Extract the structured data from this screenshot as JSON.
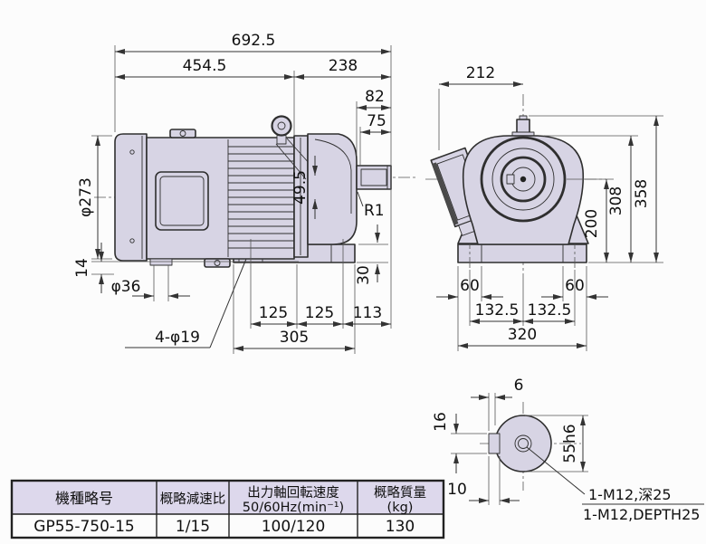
{
  "drawing_type": "gearmotor-dimension-drawing",
  "colors": {
    "body_fill": "#d7d4e4",
    "header_fill": "#ddd8ec",
    "line": "#2f2f2f",
    "background": "#fcfcfc"
  },
  "side": {
    "overall_length": "692.5",
    "motor_length": "454.5",
    "gearbox_length": "238",
    "shaft_length": "82",
    "key_length": "75",
    "motor_dia": "φ273",
    "axis_offset": "49.5",
    "fillet": "R1",
    "pad_height": "14",
    "conduit_dia": "φ36",
    "foot_height": "30",
    "bolt_pitch_a": "125",
    "bolt_pitch_b": "125",
    "shaft_end": "113",
    "base_length": "305",
    "mount_holes": "4-φ19"
  },
  "front": {
    "box_width": "212",
    "total_height": "358",
    "body_height": "308",
    "axis_height": "200",
    "pad_width_l": "60",
    "pad_width_r": "60",
    "bolt_half_l": "132.5",
    "bolt_half_r": "132.5",
    "base_width": "320"
  },
  "detail": {
    "key_offset": "6",
    "key_width": "16",
    "shaft_dia": "55h6",
    "key_height": "10",
    "tap_note_jp": "1-M12,深25",
    "tap_note_en": "1-M12,DEPTH25"
  },
  "table": {
    "headers": {
      "model": "機種略号",
      "ratio": "概略減速比",
      "speed_l1": "出力軸回転速度",
      "speed_l2": "50/60Hz(min⁻¹)",
      "mass_l1": "概略質量",
      "mass_l2": "(kg)"
    },
    "row": {
      "model": "GP55-750-15",
      "ratio": "1/15",
      "speed": "100/120",
      "mass": "130"
    }
  }
}
